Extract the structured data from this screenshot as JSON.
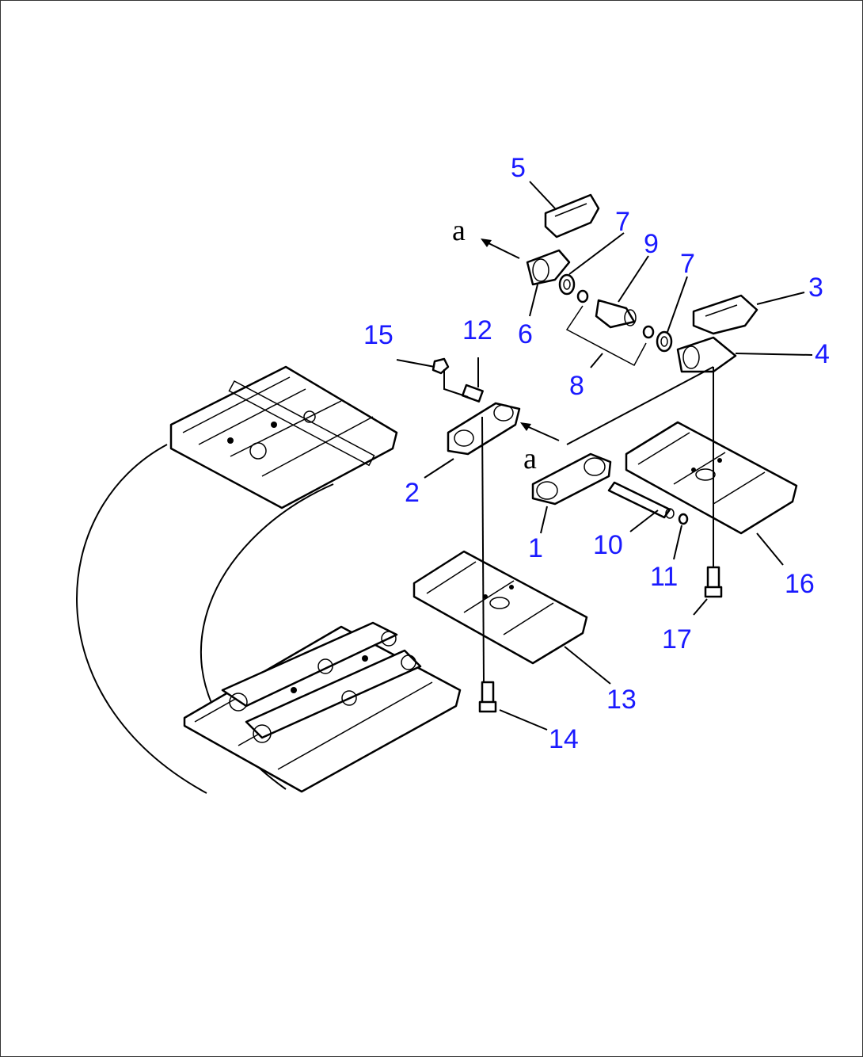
{
  "diagram": {
    "callouts": [
      {
        "id": "c1",
        "label": "1"
      },
      {
        "id": "c2",
        "label": "2"
      },
      {
        "id": "c3",
        "label": "3"
      },
      {
        "id": "c4",
        "label": "4"
      },
      {
        "id": "c5",
        "label": "5"
      },
      {
        "id": "c6",
        "label": "6"
      },
      {
        "id": "c7a",
        "label": "7"
      },
      {
        "id": "c7b",
        "label": "7"
      },
      {
        "id": "c8",
        "label": "8"
      },
      {
        "id": "c9",
        "label": "9"
      },
      {
        "id": "c10",
        "label": "10"
      },
      {
        "id": "c11",
        "label": "11"
      },
      {
        "id": "c12",
        "label": "12"
      },
      {
        "id": "c13",
        "label": "13"
      },
      {
        "id": "c14",
        "label": "14"
      },
      {
        "id": "c15",
        "label": "15"
      },
      {
        "id": "c16",
        "label": "16"
      },
      {
        "id": "c17",
        "label": "17"
      }
    ],
    "references": [
      {
        "id": "ref-a-top",
        "label": "a"
      },
      {
        "id": "ref-a-mid",
        "label": "a"
      }
    ],
    "colors": {
      "callout": "#1a1aff",
      "line": "#000000",
      "background": "#ffffff"
    }
  }
}
